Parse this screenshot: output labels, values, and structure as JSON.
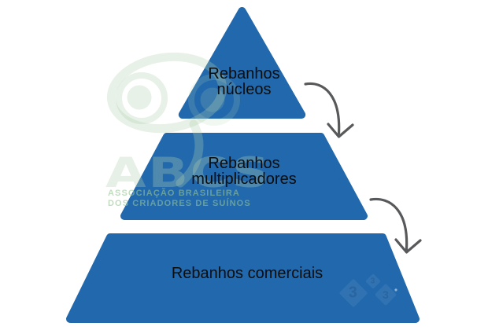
{
  "pyramid": {
    "fill_color": "#2168ac",
    "label_color": "#0d0d0d",
    "tiers": [
      {
        "name": "tier-1-top",
        "lines": [
          "Rebanhos",
          "núcleos"
        ]
      },
      {
        "name": "tier-2-middle",
        "lines": [
          "Rebanhos",
          "multiplicadores"
        ]
      },
      {
        "name": "tier-3-bottom",
        "lines": [
          "Rebanhos comerciais"
        ]
      }
    ]
  },
  "arrows": {
    "color": "#58595b",
    "items": [
      {
        "name": "arrow-tier1-to-tier2"
      },
      {
        "name": "arrow-tier2-to-tier3"
      }
    ]
  },
  "watermarks": {
    "abcs_logo": {
      "acronym": "ABCS",
      "subtitle_line1": "ASSOCIAÇÃO BRASILEIRA",
      "subtitle_line2": "DOS CRIADORES DE SUÍNOS",
      "color": "#b0d1b0"
    },
    "tres3_logo": {
      "diamond_digits": [
        "3",
        "3",
        "3"
      ]
    }
  }
}
